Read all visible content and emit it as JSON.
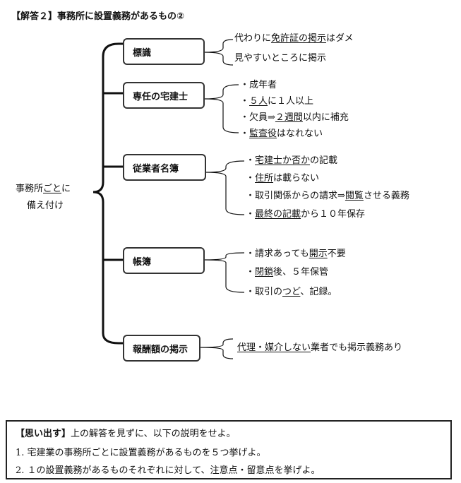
{
  "title": "【解答２】事務所に設置義務があるもの②",
  "root": {
    "line1_pre": "事務所",
    "line1_u": "ごと",
    "line1_post": "に",
    "line2": "備え付け"
  },
  "boxes": {
    "hyoushiki": "標識",
    "sennin": "専任の宅建士",
    "jugyousha": "従業者名簿",
    "choubo": "帳簿",
    "houshuu": "報酬額の掲示"
  },
  "items": {
    "h1_pre": "代わりに",
    "h1_u": "免許証の掲示",
    "h1_post": "はダメ",
    "h2": "見やすいところに掲示",
    "s1": "・成年者",
    "s2_pre": "・",
    "s2_u": "５人",
    "s2_post": "に１人以上",
    "s3_pre": "・欠員⇒",
    "s3_u": "２週間",
    "s3_post": "以内に補充",
    "s4_pre": "・",
    "s4_u": "監査役",
    "s4_post": "はなれない",
    "j1_pre": "・",
    "j1_u": "宅建士か否か",
    "j1_post": "の記載",
    "j2_pre": "・",
    "j2_u": "住所",
    "j2_post": "は載らない",
    "j3_pre": "・取引関係からの請求⇒",
    "j3_u": "閲覧",
    "j3_post": "させる義務",
    "j4_pre": "・",
    "j4_u": "最終の記載",
    "j4_post": "から１０年保存",
    "c1_pre": "・請求あっても",
    "c1_u": "開示",
    "c1_post": "不要",
    "c2_pre": "・",
    "c2_u": "閉鎖",
    "c2_post": "後、５年保管",
    "c3_pre": "・取引の",
    "c3_u": "つど",
    "c3_post": "、記録。",
    "r1_u": "代理・媒介しない",
    "r1_post": "業者でも掲示義務あり"
  },
  "recall": {
    "head": "【思い出す】",
    "head_text": "上の解答を見ずに、以下の説明をせよ。",
    "q1": "1.  宅建業の事務所ごとに設置義務があるものを５つ挙げよ。",
    "q2": "2.  １の設置義務があるものそれぞれに対して、注意点・留意点を挙げよ。"
  }
}
